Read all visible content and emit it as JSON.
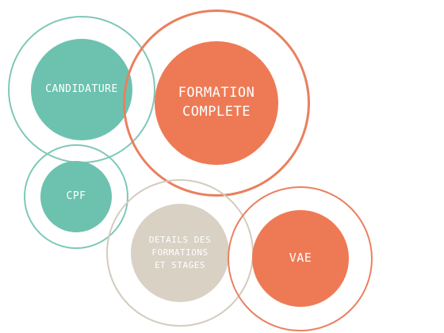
{
  "colors": {
    "teal": "#6cc2ae",
    "teal_ring": "#7fc8b8",
    "coral": "#ee7a55",
    "coral_ring": "#e9805f",
    "beige": "#d8d1c4",
    "beige_ring": "#d3cbbd",
    "text": "#ffffff"
  },
  "bubbles": {
    "candidature": {
      "label": "CANDIDATURE",
      "color": "#6cc2ae"
    },
    "formation_complete": {
      "label": "FORMATION\nCOMPLETE",
      "color": "#ee7a55"
    },
    "cpf": {
      "label": "CPF",
      "color": "#6cc2ae"
    },
    "details": {
      "label": "DETAILS DES\nFORMATIONS\nET STAGES",
      "color": "#d8d1c4"
    },
    "vae": {
      "label": "VAE",
      "color": "#ee7a55"
    }
  }
}
